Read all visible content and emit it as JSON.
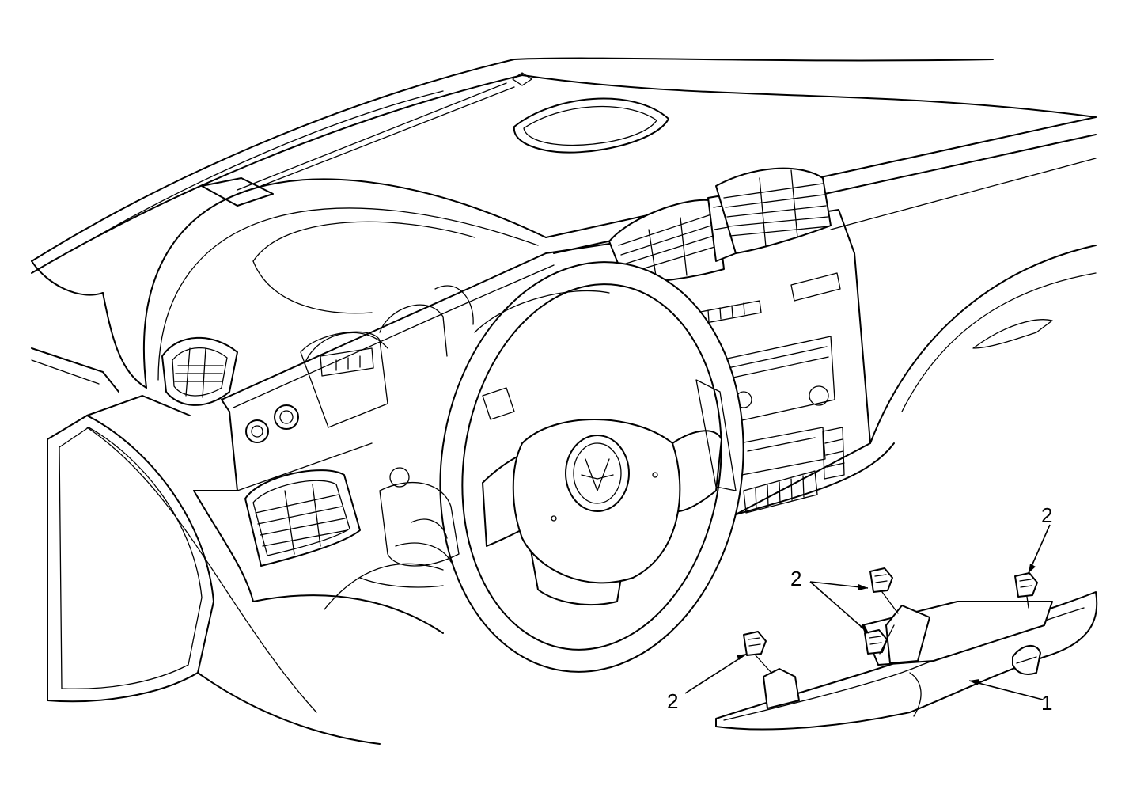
{
  "diagram": {
    "callouts": [
      {
        "id": "c1",
        "label": "1"
      },
      {
        "id": "c2a",
        "label": "2"
      },
      {
        "id": "c2b",
        "label": "2"
      },
      {
        "id": "c2c",
        "label": "2"
      }
    ]
  }
}
